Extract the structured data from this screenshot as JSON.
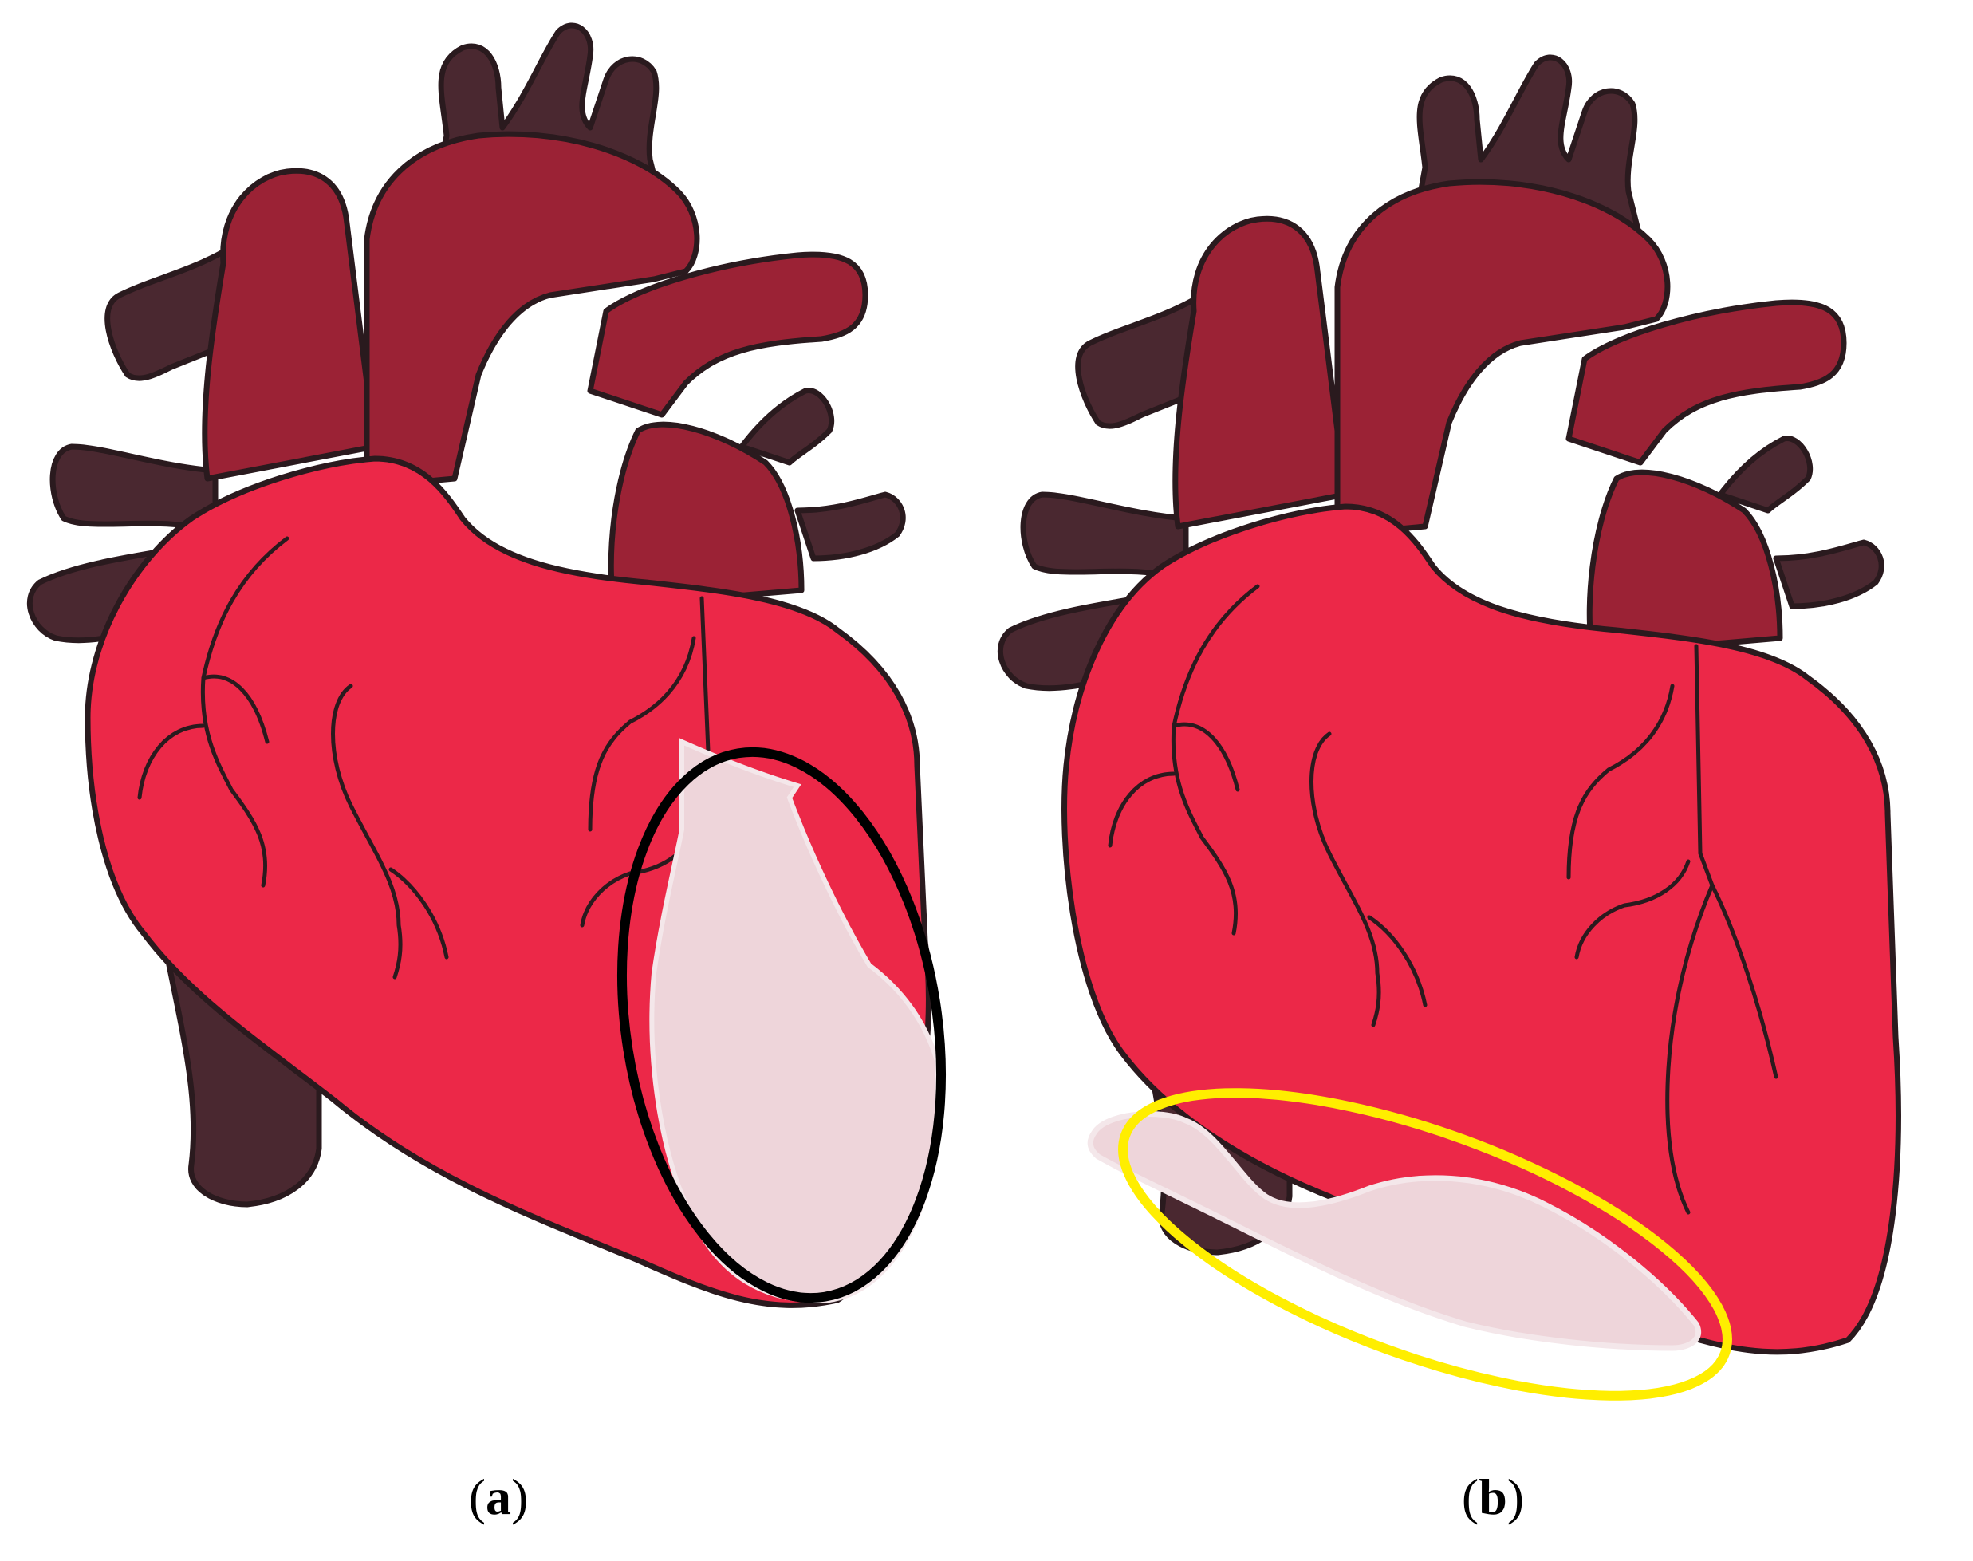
{
  "figure": {
    "panels": [
      {
        "id": "a",
        "caption_open": "(",
        "caption_letter": "a",
        "caption_close": ")"
      },
      {
        "id": "b",
        "caption_open": "(",
        "caption_letter": "b",
        "caption_close": ")"
      }
    ]
  },
  "colors": {
    "vessel_dark": "#4a2830",
    "atrium_dark_red": "#9b2235",
    "ventricle_red": "#ec2848",
    "lesion_pink": "#eed5da",
    "outline": "#2a1a1e",
    "highlight_ring_a": "#000000",
    "highlight_ring_b": "#ffee00"
  }
}
